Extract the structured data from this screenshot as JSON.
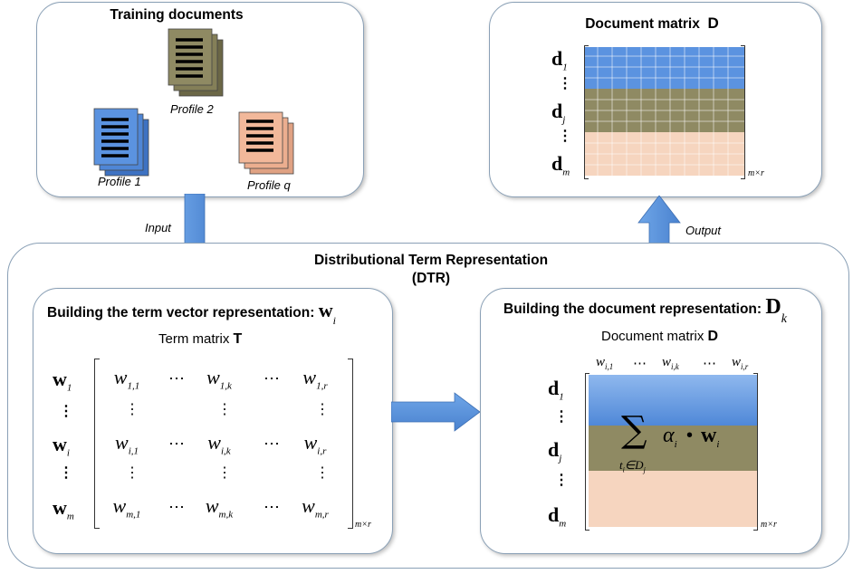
{
  "training": {
    "title": "Training documents",
    "profiles": [
      {
        "label": "Profile 2",
        "color": "#8f8a63"
      },
      {
        "label": "Profile 1",
        "color": "#5b93e0"
      },
      {
        "label": "Profile q",
        "color": "#f2b89a"
      }
    ]
  },
  "doc_matrix_top": {
    "title_text": "Document matrix",
    "title_symbol": "D",
    "rows": [
      "d",
      "⋮",
      "d",
      "⋮",
      "d"
    ],
    "row_subs": [
      "1",
      "",
      "j",
      "",
      "m"
    ],
    "dim": "m×r"
  },
  "arrows": {
    "input": "Input",
    "output": "Output"
  },
  "dtr": {
    "title_line1": "Distributional Term Representation",
    "title_line2": "(DTR)"
  },
  "term_box": {
    "title": "Building the term vector representation:",
    "title_symbol": "w",
    "title_sub": "i",
    "matrix_title": "Term matrix",
    "matrix_symbol": "T",
    "row_labels": [
      "w",
      "⋮",
      "w",
      "⋮",
      "w"
    ],
    "row_subs": [
      "1",
      "",
      "i",
      "",
      "m"
    ],
    "cells": [
      {
        "v": "w",
        "s": "1,1"
      },
      {
        "v": "w",
        "s": "1,k"
      },
      {
        "v": "w",
        "s": "1,r"
      },
      {
        "v": "w",
        "s": "i,1"
      },
      {
        "v": "w",
        "s": "i,k"
      },
      {
        "v": "w",
        "s": "i,r"
      },
      {
        "v": "w",
        "s": "m,1"
      },
      {
        "v": "w",
        "s": "m,k"
      },
      {
        "v": "w",
        "s": "m,r"
      }
    ],
    "hdots": "⋯",
    "vdots": "⋮",
    "dim": "m×r"
  },
  "doc_box": {
    "title": "Building the document representation:",
    "title_symbol": "D",
    "title_sub": "k",
    "matrix_title": "Document matrix",
    "matrix_symbol": "D",
    "col_labels": [
      "w",
      "⋯",
      "w",
      "⋯",
      "w"
    ],
    "col_subs": [
      "i,1",
      "",
      "i,k",
      "",
      "i,r"
    ],
    "row_labels": [
      "d",
      "⋮",
      "d",
      "⋮",
      "d"
    ],
    "row_subs": [
      "1",
      "",
      "j",
      "",
      "m"
    ],
    "formula_sigma": "∑",
    "formula_alpha": "α",
    "formula_alpha_sub": "i",
    "formula_dot": "•",
    "formula_w": "w",
    "formula_w_sub": "i",
    "formula_under": "t",
    "formula_under_sub": "i",
    "formula_under_rest": "∈D",
    "formula_under_rest_sub": "j",
    "dim": "m×r",
    "colors": {
      "blue": "#5b93e0",
      "olive": "#8f8a63",
      "peach": "#f6d5bf"
    }
  }
}
